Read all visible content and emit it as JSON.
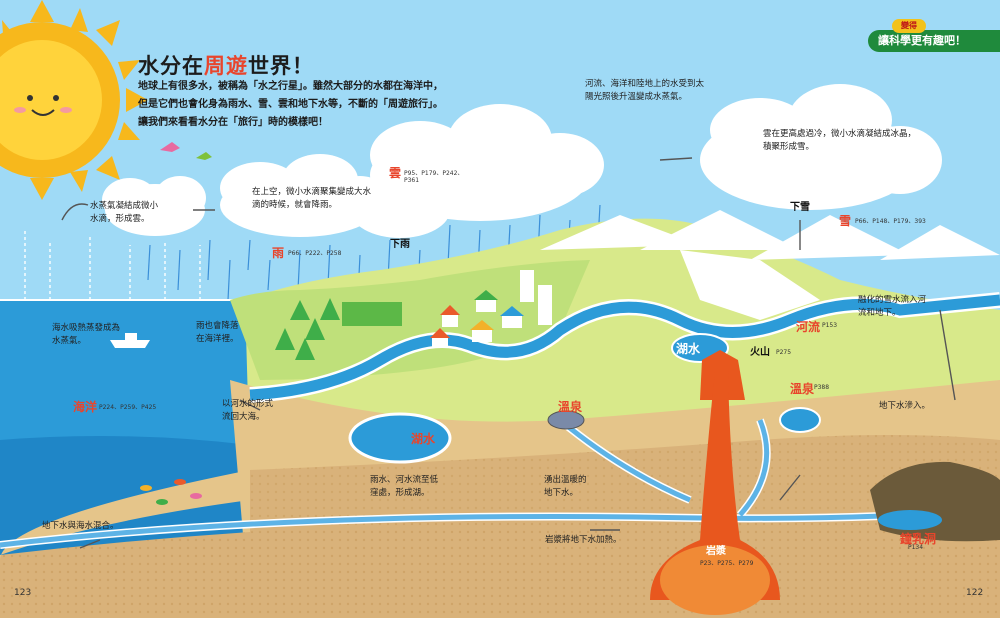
{
  "banner": {
    "badge": "變得",
    "text": "讓科學更有趣吧！"
  },
  "title": {
    "prefix": "水分在",
    "highlight": "周遊",
    "suffix": "世界！"
  },
  "intro": [
    "地球上有很多水，被稱為「水之行星」。雖然大部分的水都在海洋中，",
    "但是它們也會化身為雨水、雪、雲和地下水等，不斷的「周遊旅行」。",
    "讓我們來看看水分在「旅行」時的模樣吧！"
  ],
  "notes": {
    "vapor_to_droplets": [
      "水蒸氣凝結成微小",
      "水滴，形成雲。"
    ],
    "cloud_rain": [
      "在上空，微小水滴聚集變成大水",
      "滴的時候，就會降雨。"
    ],
    "evaporation_top": [
      "河流、海洋和陸地上的水受到太",
      "陽光照後升溫變成水蒸氣。"
    ],
    "cloud_snow": [
      "雲在更高處過冷，微小水滴凝結成冰晶，",
      "積聚形成雪。"
    ],
    "sea_evaporates": [
      "海水吸熱蒸發成為",
      "水蒸氣。"
    ],
    "rain_into_sea": [
      "雨也會降落",
      "在海洋裡。"
    ],
    "river_to_sea": [
      "以河水的形式",
      "流回大海。"
    ],
    "snowmelt": [
      "融化的雪水流入河",
      "流和地下。"
    ],
    "seep": [
      "地下水滲入。"
    ],
    "lake_forms": [
      "雨水、河水流至低",
      "窪處，形成湖。"
    ],
    "spring": [
      "湧出溫暖的",
      "地下水。"
    ],
    "groundwater_sea": [
      "地下水與海水混合。"
    ],
    "magma_heats": [
      "岩漿將地下水加熱。"
    ]
  },
  "labels": {
    "cloud": "雲",
    "cloud_ref": "P95、P179、P242、P361",
    "rain": "雨",
    "rain_ref": "P66、P222、P258",
    "raining": "下雨",
    "snow": "雪",
    "snow_ref": "P66、P148、P179、393",
    "snowing": "下雪",
    "ocean": "海洋",
    "ocean_ref": "P224、P259、P425",
    "lake1": "湖水",
    "lake2": "湖水",
    "hotspring1": "溫泉",
    "hotspring2": "溫泉",
    "hotspring_ref": "P388",
    "river": "河流",
    "river_ref": "P153",
    "volcano": "火山",
    "volcano_ref": "P275",
    "magma": "岩漿",
    "magma_ref": "P23、P275、P279",
    "cave": "鐘乳洞",
    "cave_ref": "P134"
  },
  "page_numbers": {
    "left": "123",
    "right": "122"
  },
  "colors": {
    "sky": "#9fdaf6",
    "sea": "#2c9bd8",
    "land": "#d8e98a",
    "earth": "#d9b27a",
    "accent": "#e8452c",
    "magma": "#e8571e"
  }
}
